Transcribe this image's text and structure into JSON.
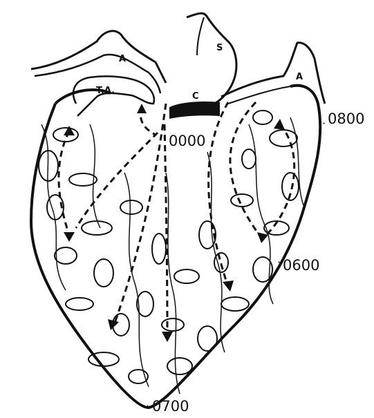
{
  "labels": {
    "aorta_left": "A",
    "aorta_right": "A",
    "sinus": "S",
    "truncus": "T.A.",
    "crista": "C"
  },
  "times": {
    "t0000": "0000",
    "t0800": "0800",
    "t0600": "0600",
    "t0700": "0700"
  },
  "colors": {
    "ink": "#111111",
    "paper": "#ffffff"
  }
}
